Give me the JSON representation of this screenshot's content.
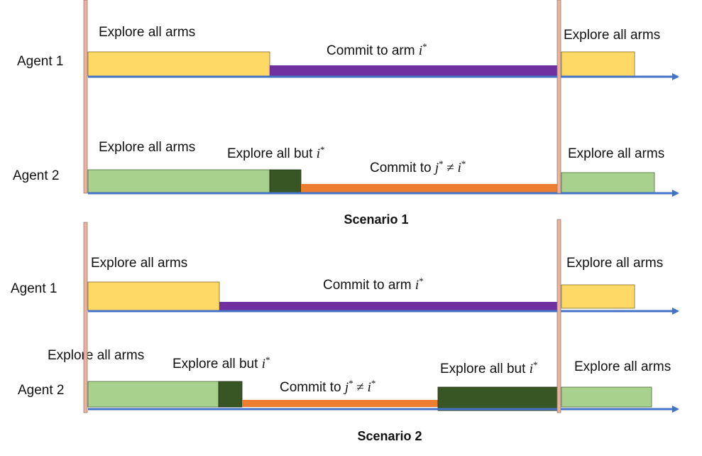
{
  "colors": {
    "explore_all": "#ffd966",
    "explore_all_agent2": "#a9d18e",
    "explore_but": "#375623",
    "commit_arm": "#7030a0",
    "commit_j": "#ed7d31",
    "axis": "#4472c4",
    "divider": "#e8b4a0",
    "divider_stroke": "#9e7a6e"
  },
  "scenario1": {
    "title": "Scenario 1",
    "agent1": {
      "name": "Agent 1",
      "label_explore": "Explore all arms",
      "label_commit": "Commit to arm ",
      "label_commit_var": "i",
      "label_commit_sup": "*",
      "label_explore_end": "Explore all arms"
    },
    "agent2": {
      "name": "Agent 2",
      "label_explore": "Explore all arms",
      "label_explore_but": "Explore all but ",
      "label_explore_but_var": "i",
      "label_explore_but_sup": "*",
      "label_commit": "Commit to ",
      "label_commit_j": "j",
      "label_commit_neq": " ≠ ",
      "label_commit_i": "i",
      "label_commit_sup": "*",
      "label_explore_end": "Explore all arms"
    }
  },
  "scenario2": {
    "title": "Scenario 2",
    "agent1": {
      "name": "Agent 1",
      "label_explore": "Explore all arms",
      "label_commit": "Commit to arm ",
      "label_commit_var": "i",
      "label_commit_sup": "*",
      "label_explore_end": "Explore all arms"
    },
    "agent2": {
      "name": "Agent 2",
      "label_explore": "Explore all arms",
      "label_explore_but": "Explore all but ",
      "label_explore_but_var": "i",
      "label_explore_but_sup": "*",
      "label_commit": "Commit to ",
      "label_commit_j": "j",
      "label_commit_neq": " ≠ ",
      "label_commit_i": "i",
      "label_commit_sup": "*",
      "label_explore_but2": "Explore all but ",
      "label_explore_but2_var": "i",
      "label_explore_but2_sup": "*",
      "label_explore_end": "Explore all arms"
    }
  }
}
